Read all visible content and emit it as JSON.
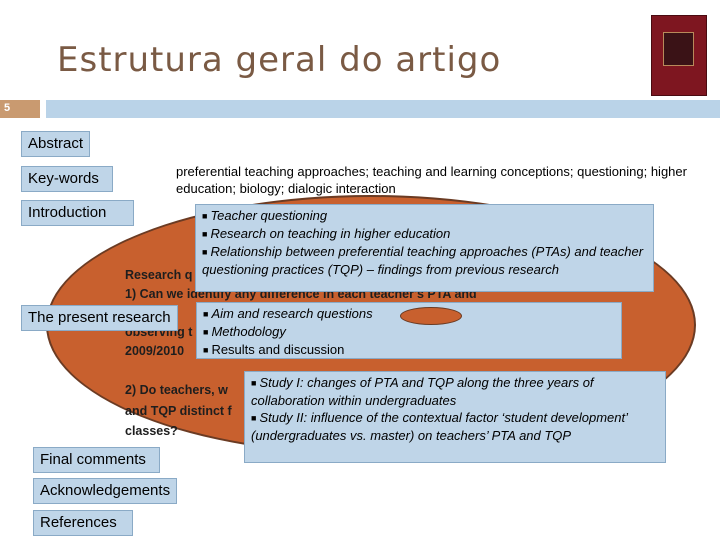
{
  "slide": {
    "title": "Estrutura geral do artigo",
    "number": "5"
  },
  "nav": {
    "abstract": "Abstract",
    "keywords": "Key-words",
    "introduction": "Introduction",
    "present_research": "The present research",
    "final_comments": "Final comments",
    "acknowledgements": "Acknowledgements",
    "references": "References"
  },
  "keywords_text": "preferential teaching approaches; teaching and learning  conceptions; questioning; higher education; biology; dialogic interaction",
  "background_text": {
    "line1": "Research q",
    "line2": "1) Can we identify any difference in each teacher's PTA and",
    "line3": "observing t",
    "line4": "2009/2010",
    "line5": "2) Do teachers, w",
    "line6": "and TQP distinct f",
    "line7": "classes?"
  },
  "intro_box": {
    "items": [
      "Teacher questioning",
      "Research on teaching in higher education",
      "Relationship between preferential teaching approaches (PTAs) and teacher questioning practices (TQP) – findings from previous research"
    ]
  },
  "research_box": {
    "items": [
      "Aim and research questions",
      "Methodology",
      "Results and discussion"
    ]
  },
  "studies_box": {
    "items": [
      "Study I: changes of PTA and TQP along the three years of collaboration within undergraduates",
      "Study II: influence of the contextual factor ‘student development’ (undergraduates vs. master) on teachers’ PTA and TQP"
    ]
  },
  "colors": {
    "title": "#7a5a44",
    "accent_bar": "#bad3e8",
    "slide_number_box": "#c99a70",
    "ellipse_fill": "#c8602e",
    "box_fill": "#bfd5e8"
  }
}
